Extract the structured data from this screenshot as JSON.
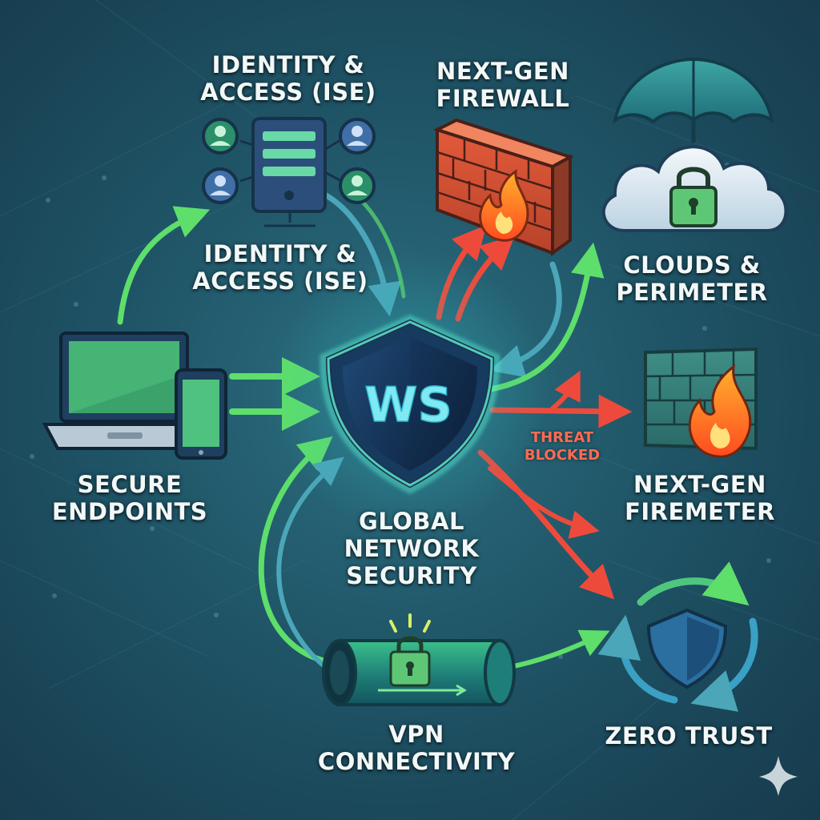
{
  "diagram": {
    "center": {
      "line1": "GLOBAL",
      "line2": "NETWORK",
      "line3": "SECURITY",
      "logo": "WS"
    },
    "top_identity": {
      "line1": "IDENTITY &",
      "line2": "ACCESS (ISE)"
    },
    "mid_identity": {
      "line1": "IDENTITY &",
      "line2": "ACCESS (ISE)"
    },
    "firewall": {
      "line1": "NEXT-GEN",
      "line2": "FIREWALL"
    },
    "clouds": {
      "line1": "CLOUDS &",
      "line2": "PERIMETER"
    },
    "firemeter": {
      "line1": "NEXT-GEN",
      "line2": "FIREMETER"
    },
    "endpoints": {
      "line1": "SECURE",
      "line2": "ENDPOINTS"
    },
    "vpn": {
      "line1": "VPN",
      "line2": "CONNECTIVITY"
    },
    "zero_trust": {
      "line1": "ZERO TRUST"
    },
    "threat": {
      "line1": "THREAT",
      "line2": "BLOCKED"
    }
  },
  "colors": {
    "green_arrow": "#5ede6a",
    "red_arrow": "#ee4a3c",
    "teal_arrow": "#4aa6b8",
    "shield_glow": "#3ff0d0"
  },
  "icons": [
    "server-icon",
    "user-icon",
    "brick-wall-icon",
    "flame-icon",
    "umbrella-icon",
    "cloud-icon",
    "padlock-icon",
    "laptop-icon",
    "smartphone-icon",
    "shield-icon",
    "vpn-tunnel-icon",
    "refresh-cycle-icon",
    "sparkle-icon"
  ]
}
